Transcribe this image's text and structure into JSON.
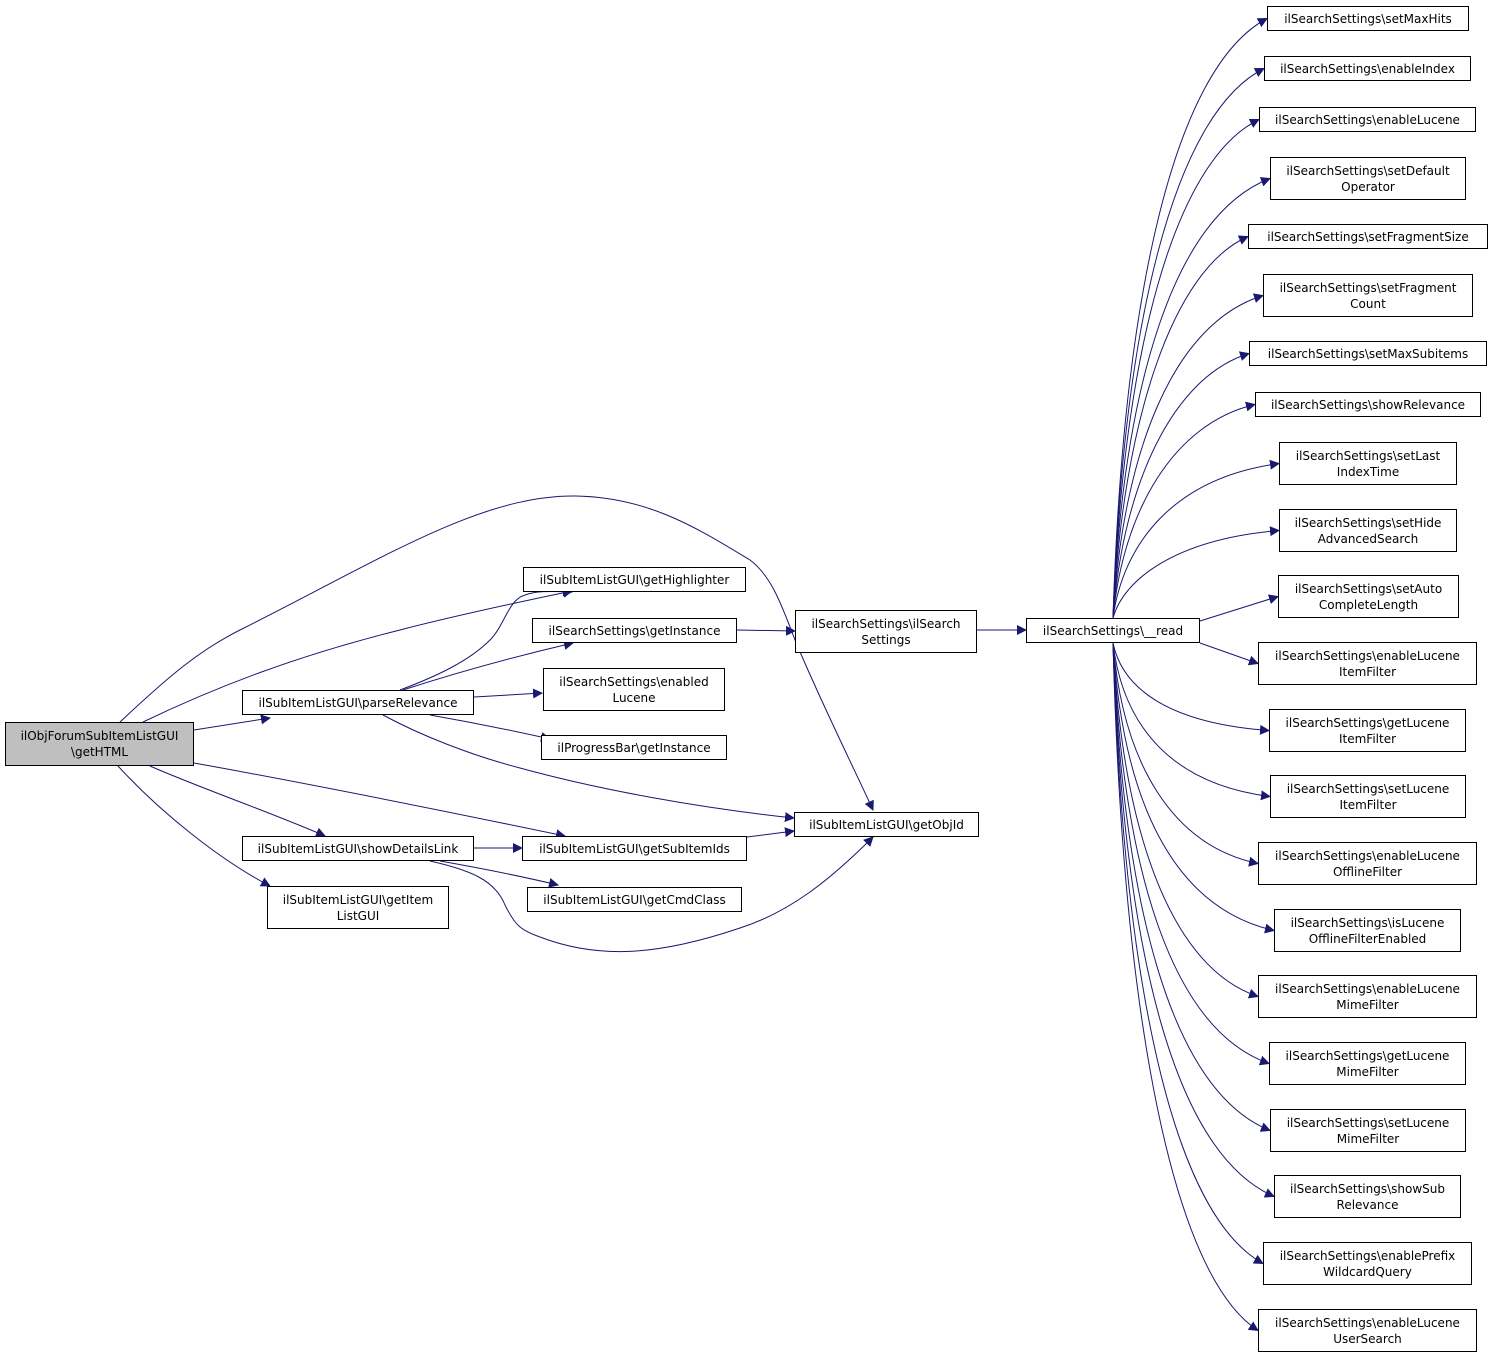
{
  "colors": {
    "edge": "#191970",
    "root_fill": "#bfbfbf",
    "node_fill": "#ffffff",
    "border": "#000000"
  },
  "nodes": {
    "root": [
      "ilObjForumSubItemListGUI",
      "\\getHTML"
    ],
    "get_highlighter": [
      "ilSubItemListGUI\\getHighlighter"
    ],
    "get_instance": [
      "ilSearchSettings\\getInstance"
    ],
    "parse_relevance": [
      "ilSubItemListGUI\\parseRelevance"
    ],
    "enabled_lucene": [
      "ilSearchSettings\\enabled",
      "Lucene"
    ],
    "progressbar_get_instance": [
      "ilProgressBar\\getInstance"
    ],
    "search_settings_ctor": [
      "ilSearchSettings\\ilSearch",
      "Settings"
    ],
    "read": [
      "ilSearchSettings\\__read"
    ],
    "get_obj_id": [
      "ilSubItemListGUI\\getObjId"
    ],
    "show_details_link": [
      "ilSubItemListGUI\\showDetailsLink"
    ],
    "get_sub_item_ids": [
      "ilSubItemListGUI\\getSubItemIds"
    ],
    "get_cmd_class": [
      "ilSubItemListGUI\\getCmdClass"
    ],
    "get_item_list_gui": [
      "ilSubItemListGUI\\getItem",
      "ListGUI"
    ],
    "set_max_hits": [
      "ilSearchSettings\\setMaxHits"
    ],
    "enable_index": [
      "ilSearchSettings\\enableIndex"
    ],
    "enable_lucene": [
      "ilSearchSettings\\enableLucene"
    ],
    "set_default_operator": [
      "ilSearchSettings\\setDefault",
      "Operator"
    ],
    "set_fragment_size": [
      "ilSearchSettings\\setFragmentSize"
    ],
    "set_fragment_count": [
      "ilSearchSettings\\setFragment",
      "Count"
    ],
    "set_max_subitems": [
      "ilSearchSettings\\setMaxSubitems"
    ],
    "show_relevance": [
      "ilSearchSettings\\showRelevance"
    ],
    "set_last_index_time": [
      "ilSearchSettings\\setLast",
      "IndexTime"
    ],
    "set_hide_advanced_search": [
      "ilSearchSettings\\setHide",
      "AdvancedSearch"
    ],
    "set_auto_complete_length": [
      "ilSearchSettings\\setAuto",
      "CompleteLength"
    ],
    "enable_lucene_item_filter": [
      "ilSearchSettings\\enableLucene",
      "ItemFilter"
    ],
    "get_lucene_item_filter": [
      "ilSearchSettings\\getLucene",
      "ItemFilter"
    ],
    "set_lucene_item_filter": [
      "ilSearchSettings\\setLucene",
      "ItemFilter"
    ],
    "enable_lucene_offline_filter": [
      "ilSearchSettings\\enableLucene",
      "OfflineFilter"
    ],
    "is_lucene_offline_filter_enabled": [
      "ilSearchSettings\\isLucene",
      "OfflineFilterEnabled"
    ],
    "enable_lucene_mime_filter": [
      "ilSearchSettings\\enableLucene",
      "MimeFilter"
    ],
    "get_lucene_mime_filter": [
      "ilSearchSettings\\getLucene",
      "MimeFilter"
    ],
    "set_lucene_mime_filter": [
      "ilSearchSettings\\setLucene",
      "MimeFilter"
    ],
    "show_sub_relevance": [
      "ilSearchSettings\\showSub",
      "Relevance"
    ],
    "enable_prefix_wildcard_query": [
      "ilSearchSettings\\enablePrefix",
      "WildcardQuery"
    ],
    "enable_lucene_user_search": [
      "ilSearchSettings\\enableLucene",
      "UserSearch"
    ]
  },
  "edges": [
    [
      "root",
      "get_obj_id"
    ],
    [
      "root",
      "get_highlighter"
    ],
    [
      "root",
      "parse_relevance"
    ],
    [
      "root",
      "get_sub_item_ids"
    ],
    [
      "root",
      "show_details_link"
    ],
    [
      "root",
      "get_item_list_gui"
    ],
    [
      "parse_relevance",
      "get_highlighter"
    ],
    [
      "parse_relevance",
      "get_instance"
    ],
    [
      "parse_relevance",
      "enabled_lucene"
    ],
    [
      "parse_relevance",
      "progressbar_get_instance"
    ],
    [
      "parse_relevance",
      "get_obj_id"
    ],
    [
      "get_instance",
      "search_settings_ctor"
    ],
    [
      "search_settings_ctor",
      "read"
    ],
    [
      "show_details_link",
      "get_sub_item_ids"
    ],
    [
      "show_details_link",
      "get_cmd_class"
    ],
    [
      "show_details_link",
      "get_obj_id"
    ],
    [
      "get_sub_item_ids",
      "get_obj_id"
    ],
    [
      "read",
      "set_max_hits"
    ],
    [
      "read",
      "enable_index"
    ],
    [
      "read",
      "enable_lucene"
    ],
    [
      "read",
      "set_default_operator"
    ],
    [
      "read",
      "set_fragment_size"
    ],
    [
      "read",
      "set_fragment_count"
    ],
    [
      "read",
      "set_max_subitems"
    ],
    [
      "read",
      "show_relevance"
    ],
    [
      "read",
      "set_last_index_time"
    ],
    [
      "read",
      "set_hide_advanced_search"
    ],
    [
      "read",
      "set_auto_complete_length"
    ],
    [
      "read",
      "enable_lucene_item_filter"
    ],
    [
      "read",
      "get_lucene_item_filter"
    ],
    [
      "read",
      "set_lucene_item_filter"
    ],
    [
      "read",
      "enable_lucene_offline_filter"
    ],
    [
      "read",
      "is_lucene_offline_filter_enabled"
    ],
    [
      "read",
      "enable_lucene_mime_filter"
    ],
    [
      "read",
      "get_lucene_mime_filter"
    ],
    [
      "read",
      "set_lucene_mime_filter"
    ],
    [
      "read",
      "show_sub_relevance"
    ],
    [
      "read",
      "enable_prefix_wildcard_query"
    ],
    [
      "read",
      "enable_lucene_user_search"
    ]
  ]
}
